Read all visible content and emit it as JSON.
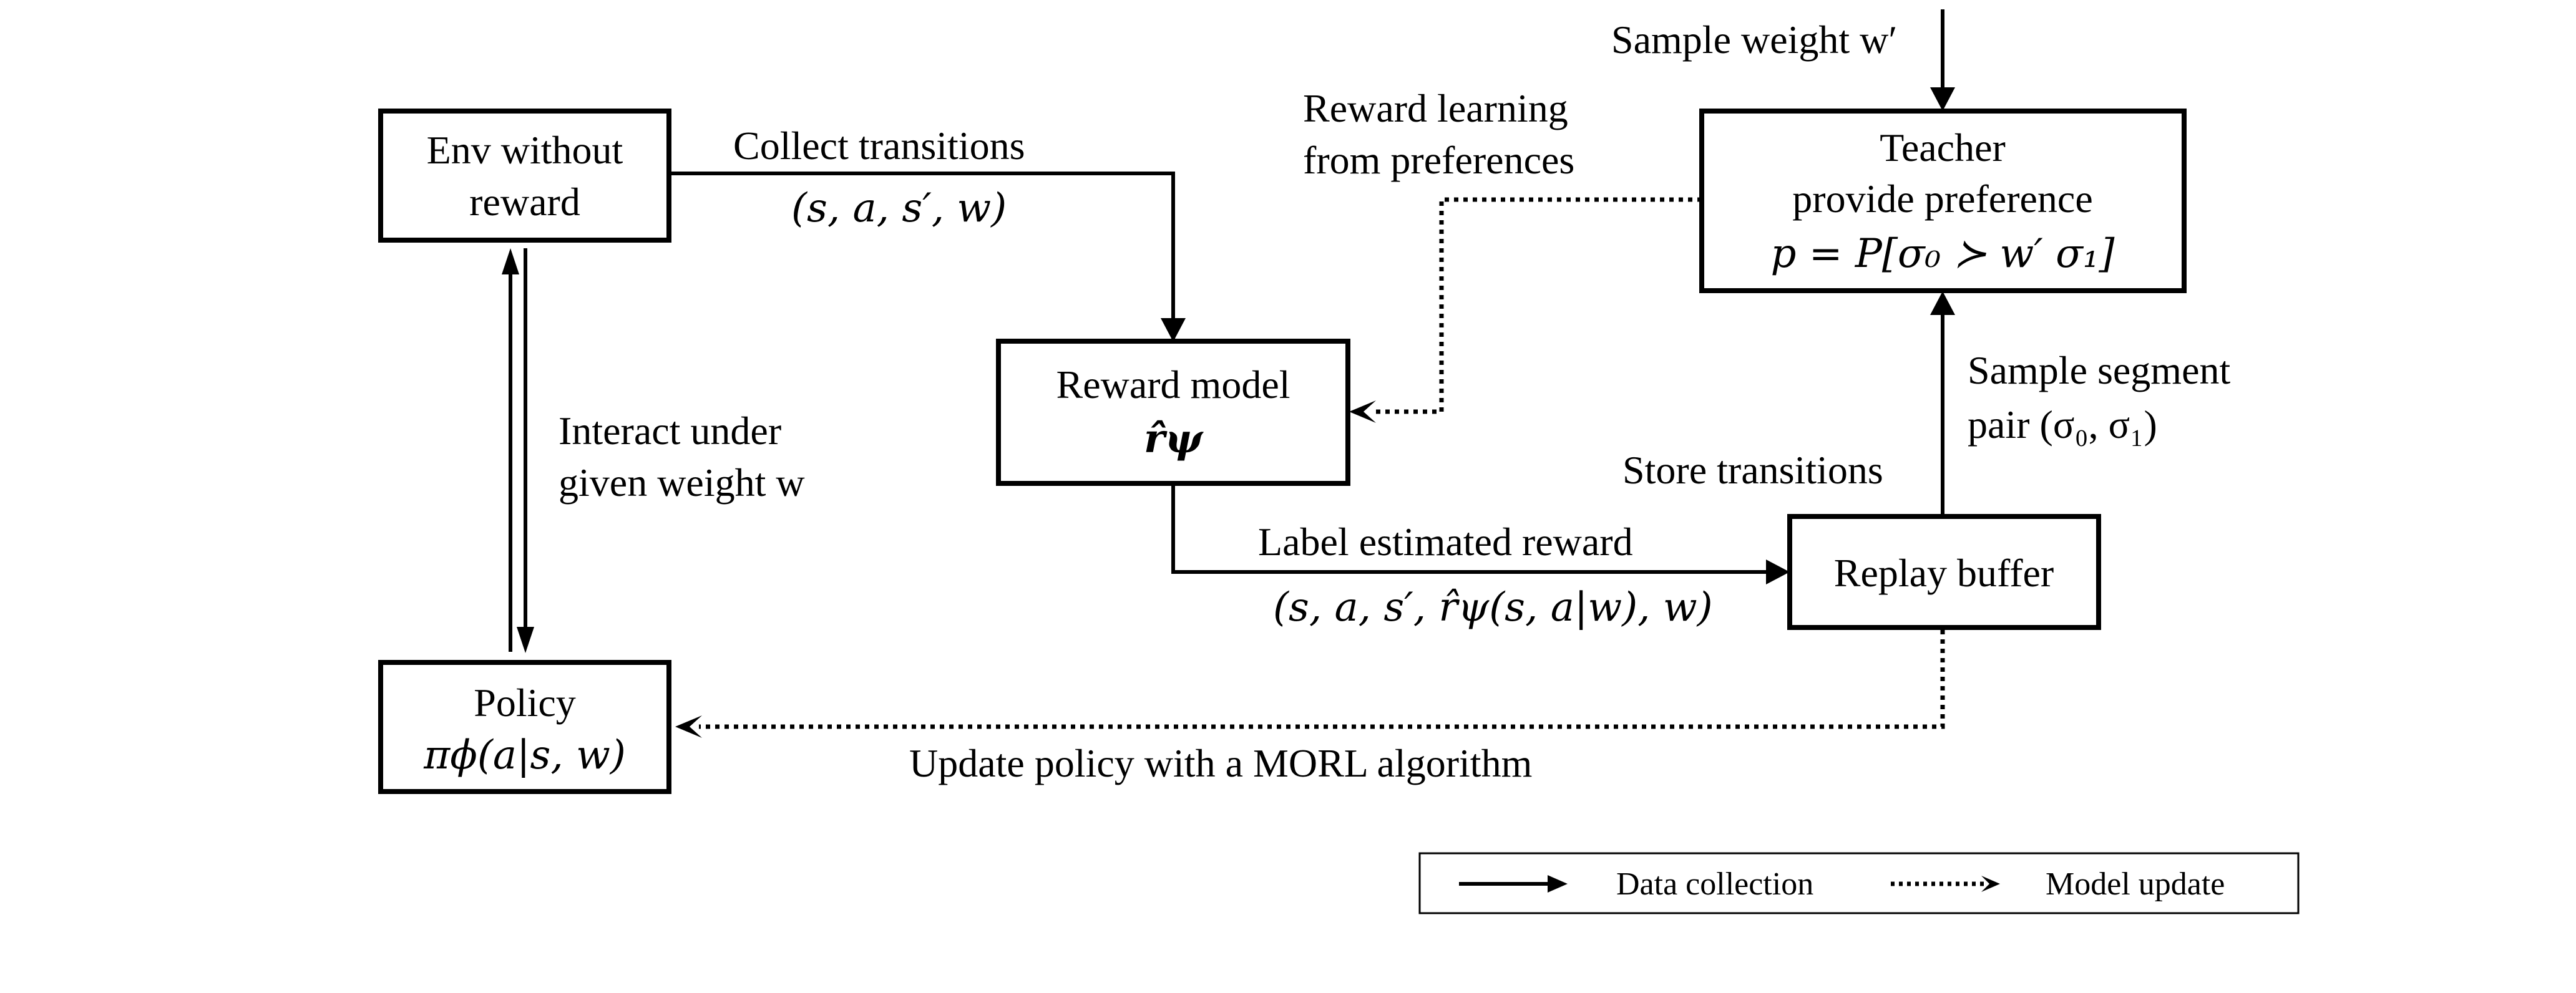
{
  "nodes": {
    "env": {
      "line1": "Env without",
      "line2": "reward"
    },
    "teacher": {
      "line1": "Teacher",
      "line2": "provide preference",
      "formula": "p = P[σ₀ ≻ w′ σ₁]"
    },
    "reward_model": {
      "line1": "Reward model",
      "formula": "r̂ψ"
    },
    "replay": {
      "line1": "Replay buffer"
    },
    "policy": {
      "line1": "Policy",
      "formula": "πϕ(a|s, w)"
    }
  },
  "edges": {
    "collect": {
      "label": "Collect transitions",
      "formula": "(s, a, s′, w)"
    },
    "sample_weight": {
      "label": "Sample weight w′"
    },
    "reward_learning": {
      "line1": "Reward learning",
      "line2": "from preferences"
    },
    "interact": {
      "line1": "Interact under",
      "line2": "given weight w"
    },
    "sample_segment": {
      "line1": "Sample segment",
      "line2": "pair (σ₀, σ₁)"
    },
    "store": {
      "label": "Store transitions"
    },
    "label_reward": {
      "label": "Label estimated reward",
      "formula": "(s, a, s′, r̂ψ(s, a|w), w)"
    },
    "update_policy": {
      "label": "Update policy with a MORL algorithm"
    }
  },
  "legend": {
    "solid_label": "Data collection",
    "dotted_label": "Model update"
  }
}
